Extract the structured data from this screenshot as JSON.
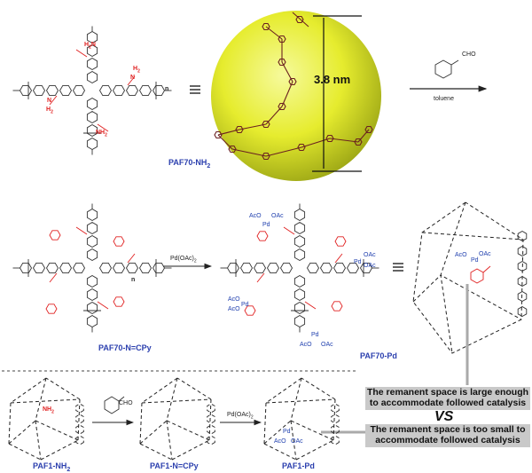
{
  "labels": {
    "paf70_nh2": "PAF70-NH",
    "paf70_nh2_sub": "2",
    "paf70_ncpy": "PAF70-N=CPy",
    "paf70_pd": "PAF70-Pd",
    "paf1_nh2": "PAF1-NH",
    "paf1_nh2_sub": "2",
    "paf1_ncpy": "PAF1-N=CPy",
    "paf1_pd": "PAF1-Pd"
  },
  "pore_size": "3.8 nm",
  "reagents": {
    "aldehyde": "CHO",
    "solvent": "toluene",
    "pd_salt_main": "Pd(OAc)",
    "pd_salt_sub": "2"
  },
  "notes": {
    "large_line1": "The remanent space is large enough",
    "large_line2": "to accommodate followed catalysis",
    "vs": "VS",
    "small_line1": "The remanent space is too small to",
    "small_line2": "accommodate followed catalysis"
  },
  "atoms": {
    "n": "N",
    "h": "H",
    "h2": "H",
    "h2_sub": "2",
    "nh2": "NH",
    "nh2_sub": "2",
    "pd": "Pd",
    "oac": "OAc",
    "aco": "AcO",
    "n_index": "n"
  },
  "colors": {
    "label_blue": "#2b3fae",
    "red": "#e02020",
    "sphere": "#e8ef3a",
    "note_grey": "#c9c9c9",
    "bond": "#333333"
  }
}
